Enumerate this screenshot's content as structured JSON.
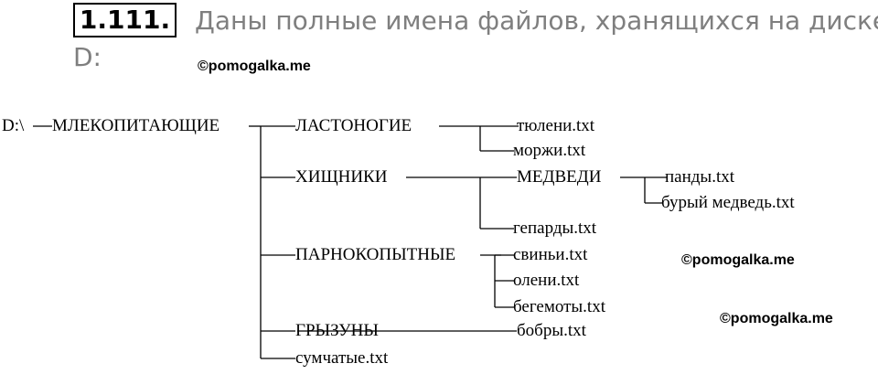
{
  "header": {
    "task_number": "1.111.",
    "task_text_line1": "Даны полные имена файлов, хранящихся на диске",
    "task_text_line2": "D:"
  },
  "watermarks": {
    "w1": "©pomogalka.me",
    "w2": "©pomogalka.me",
    "w3": "©pomogalka.me"
  },
  "tree": {
    "root": "D:\\",
    "mammals": "МЛЕКОПИТАЮЩИЕ",
    "pinnipeds": "ЛАСТОНОГИЕ",
    "seals": "тюлени.txt",
    "walruses": "моржи.txt",
    "predators": "ХИЩНИКИ",
    "bears": "МЕДВЕДИ",
    "pandas": "панды.txt",
    "brown_bear": "бурый медведь.txt",
    "cheetahs": "гепарды.txt",
    "artiodactyls": "ПАРНОКОПЫТНЫЕ",
    "pigs": "свиньи.txt",
    "deer": "олени.txt",
    "hippos": "бегемоты.txt",
    "rodents": "ГРЫЗУНЫ",
    "beavers": "бобры.txt",
    "marsupials": "сумчатые.txt"
  }
}
